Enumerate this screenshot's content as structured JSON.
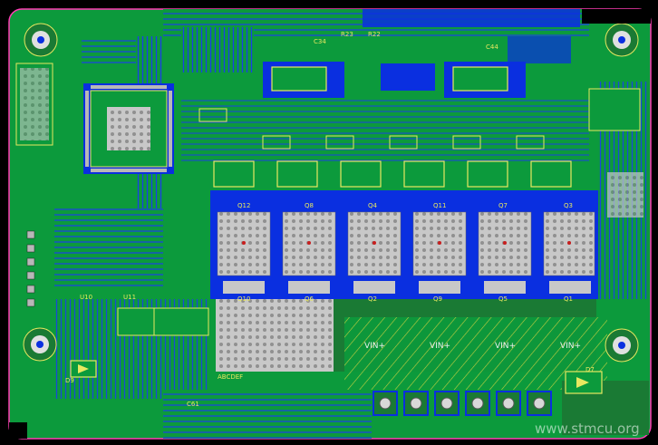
{
  "silk_labels": {
    "watermark": "www.stmcu.org",
    "vin_plus": "VIN+",
    "rev": "ABCDEF",
    "refs": [
      "Q12",
      "Q8",
      "Q4",
      "Q11",
      "Q7",
      "Q3",
      "Q10",
      "Q6",
      "Q2",
      "Q9",
      "Q5",
      "Q1",
      "C34",
      "R23",
      "C44",
      "R22",
      "U10",
      "U11",
      "D9",
      "D7",
      "C61"
    ]
  },
  "colors": {
    "board": "#0c9a3c",
    "copper_top": "#0a2fe0",
    "copper_fill": "#1a7a34",
    "silkscreen": "#e8e860",
    "pads": "#b8b8b8",
    "outline": "#ff3cb4",
    "background": "#000000"
  }
}
